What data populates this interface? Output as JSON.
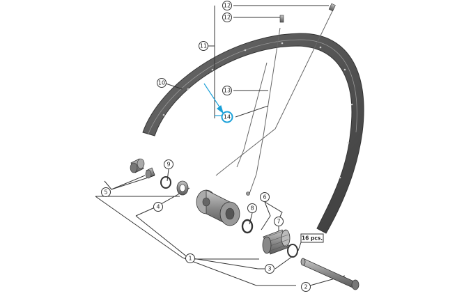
{
  "callouts": {
    "c1": "1",
    "c2": "2",
    "c3": "3",
    "c4": "4",
    "c5": "5",
    "c6": "6",
    "c7": "7",
    "c8": "8",
    "c9": "9",
    "c10": "10",
    "c11": "11",
    "c12a": "12",
    "c12b": "12",
    "c13": "13",
    "c14": "14"
  },
  "spoke_note": "16 pcs.",
  "colors": {
    "line": "#333333",
    "rim": "#555555",
    "metal": "#8a8a8a",
    "highlight": "#1aa0d8"
  }
}
